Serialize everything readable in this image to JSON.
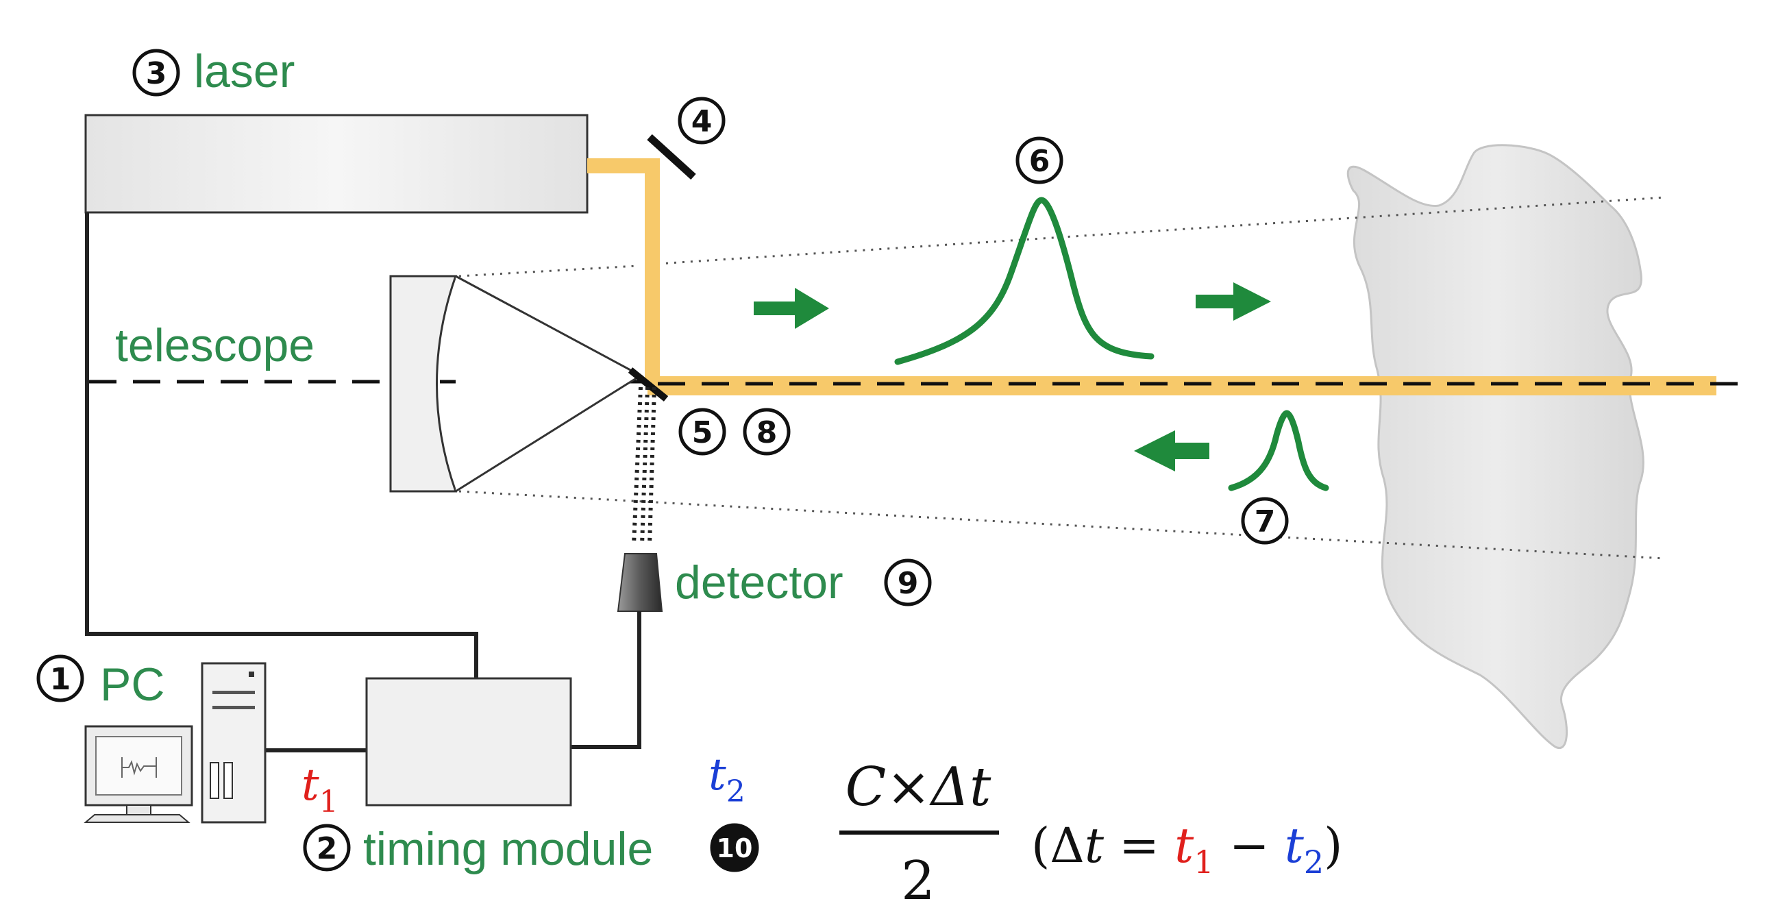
{
  "labels": {
    "laser": "laser",
    "telescope": "telescope",
    "detector": "detector",
    "pc": "PC",
    "timing_module": "timing module"
  },
  "markers": {
    "m1": "1",
    "m2": "2",
    "m3": "3",
    "m4": "4",
    "m5": "5",
    "m6": "6",
    "m7": "7",
    "m8": "8",
    "m9": "9",
    "m10": "10"
  },
  "signals": {
    "t1_base": "t",
    "t1_sub": "1",
    "t2_base": "t",
    "t2_sub": "2"
  },
  "formula": {
    "numerator": "C×Δt",
    "denominator": "2",
    "paren_open": "(Δ",
    "paren_t": "t",
    "equals": " = ",
    "t1_base": "t",
    "t1_sub": "1",
    "minus": " − ",
    "t2_base": "t",
    "t2_sub": "2",
    "paren_close": ")"
  },
  "colors": {
    "beam": "#f7c96a",
    "green": "#2e8b4e",
    "arrow_green": "#1f8a3c",
    "red": "#e0201c",
    "blue": "#1b3fd6",
    "target": "#e4e4e4"
  }
}
